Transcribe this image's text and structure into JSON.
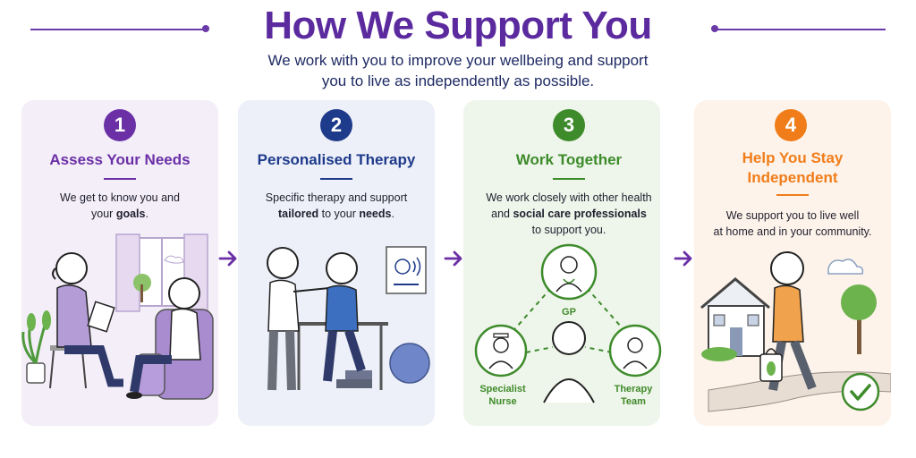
{
  "header": {
    "title": "How We Support You",
    "subtitle_line1": "We work with you to improve your wellbeing and support",
    "subtitle_line2": "you to live as independently as possible."
  },
  "colors": {
    "purple": "#6b2fa6",
    "blue": "#1e3a8a",
    "green": "#3d8b2b",
    "orange": "#f07d1a"
  },
  "steps": [
    {
      "number": "1",
      "title": "Assess Your Needs",
      "desc_line1": "We get to know you and",
      "desc_line2_pre": "your ",
      "desc_line2_bold": "goals",
      "desc_line2_post": ".",
      "icons": [
        "person-with-clipboard-icon",
        "seated-client-icon",
        "armchair-icon",
        "window-icon",
        "houseplant-icon"
      ]
    },
    {
      "number": "2",
      "title": "Personalised Therapy",
      "desc_line1": "Specific therapy and support",
      "desc_line2_bold1": "tailored",
      "desc_line2_mid": " to your ",
      "desc_line2_bold2": "needs",
      "desc_line2_post": ".",
      "icons": [
        "therapist-icon",
        "patient-walking-icon",
        "parallel-bars-icon",
        "exercise-ball-icon",
        "speech-therapy-poster-icon"
      ]
    },
    {
      "number": "3",
      "title": "Work Together",
      "desc_line1": "We work closely with other health",
      "desc_line2_pre": "and ",
      "desc_line2_bold": "social care professionals",
      "desc_line3": "to support you.",
      "nodes": {
        "gp": "GP",
        "nurse_line1": "Specialist",
        "nurse_line2": "Nurse",
        "therapy_line1": "Therapy",
        "therapy_line2": "Team"
      }
    },
    {
      "number": "4",
      "title_line1": "Help You Stay",
      "title_line2": "Independent",
      "desc_line1": "We support you to live well",
      "desc_line2": "at home and in your community.",
      "icons": [
        "house-icon",
        "walking-person-icon",
        "shopping-bag-icon",
        "tree-icon",
        "cloud-icon",
        "checkmark-icon"
      ]
    }
  ]
}
